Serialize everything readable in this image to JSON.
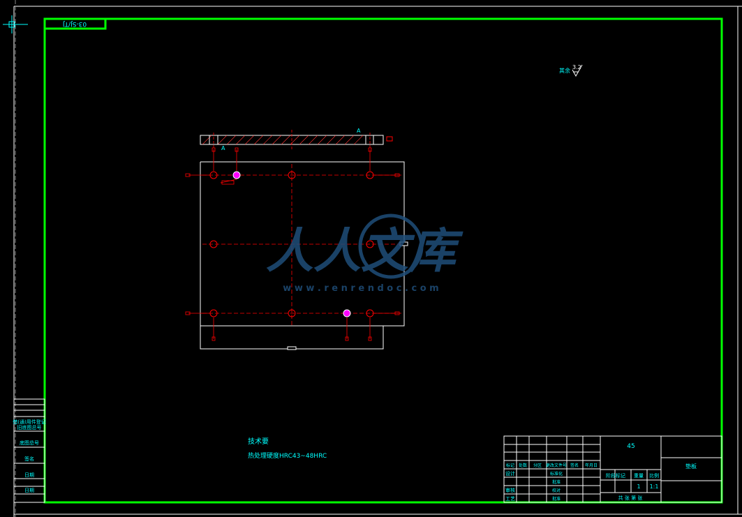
{
  "colors": {
    "background": "#000000",
    "frame": "#00ff00",
    "part_outline": "#ffffff",
    "center_lines": "#ff0000",
    "dimension_text": "#00ffff",
    "watermark": "#1f4e79"
  },
  "drawing_code": "03-SJ/TJ",
  "roughness": {
    "label": "其余",
    "value": "3.2"
  },
  "section_marker": "A",
  "tech_requirements": {
    "title": "技术要",
    "line1": "热处理硬度HRC43~48HRC"
  },
  "watermark": {
    "logo_text": "人人文库",
    "url_text": "w w w . r e n r e n d o c . c o m"
  },
  "left_strip": {
    "labels": [
      "借(通)用件登记",
      "旧底图总号",
      "底图总号",
      "签名",
      "日期",
      "日期"
    ]
  },
  "title_block": {
    "part_name": "45",
    "drawing_title": "垫板",
    "header_row": [
      "标记",
      "处数",
      "分区",
      "更改文件号",
      "签名",
      "年月日"
    ],
    "roles": [
      "设计",
      "审核",
      "工艺"
    ],
    "mid_roles": [
      "标准化",
      "批准",
      "校对",
      "批准"
    ],
    "right_headers": [
      "阶段标记",
      "重量",
      "比例"
    ],
    "quantity": "1",
    "scale": "1:1",
    "sheets": "共  张   第  张"
  }
}
